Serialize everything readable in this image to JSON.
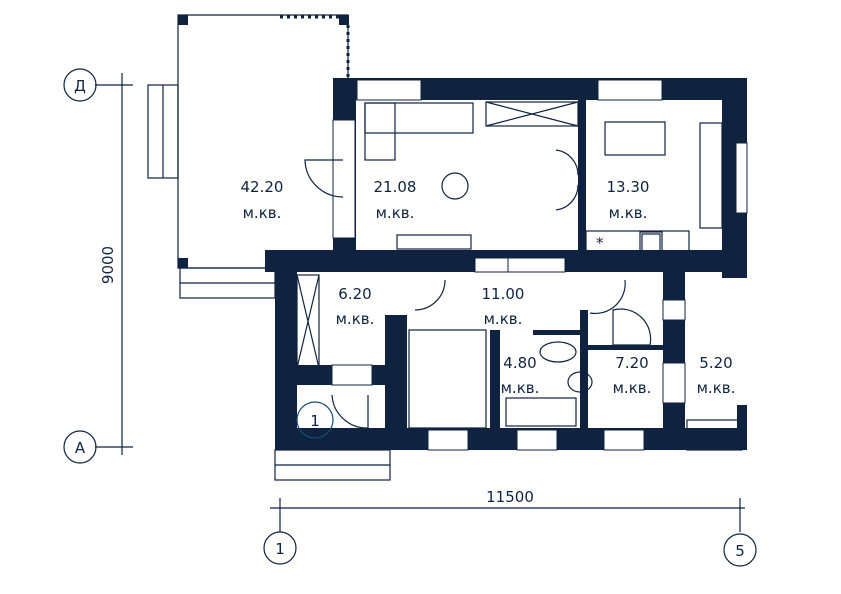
{
  "rooms": [
    {
      "area": "42.20",
      "unit": "м.кв."
    },
    {
      "area": "21.08",
      "unit": "м.кв."
    },
    {
      "area": "13.30",
      "unit": "м.кв."
    },
    {
      "area": "6.20",
      "unit": "м.кв."
    },
    {
      "area": "11.00",
      "unit": "м.кв."
    },
    {
      "area": "4.80",
      "unit": "м.кв."
    },
    {
      "area": "7.20",
      "unit": "м.кв."
    },
    {
      "area": "5.20",
      "unit": "м.кв."
    }
  ],
  "dimensions": {
    "vertical": "9000",
    "horizontal": "11500"
  },
  "axes": {
    "top": "Д",
    "bottom": "А",
    "left": "1",
    "right": "5"
  },
  "entrance_marker": "1",
  "colors": {
    "wall": "#0f2340"
  }
}
